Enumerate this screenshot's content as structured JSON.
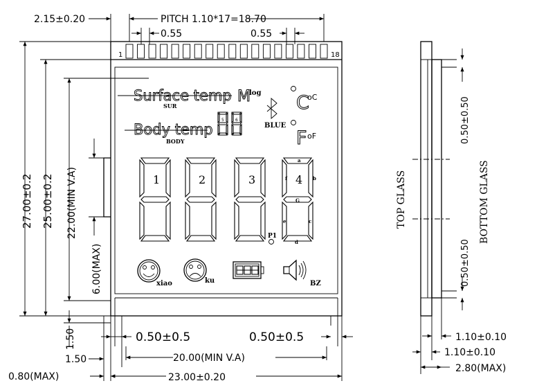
{
  "dimensions": {
    "left_offset": "2.15±0.20",
    "pitch": "PITCH  1.10*17=18.70",
    "pin_width_left": "0.55",
    "pin_width_right": "0.55",
    "pin_first": "1",
    "pin_last": "18",
    "total_height": "27.00±0.2",
    "glass_height": "25.00±0.2",
    "view_height": "22.00(MIN V.A)",
    "lead_height": "6.00(MAX)",
    "bottom_150a": "1.50",
    "bottom_150b": "1.50",
    "bottom_080": "0.80(MAX)",
    "margin_left": "0.50±0.5",
    "margin_right": "0.50±0.5",
    "view_width": "20.00(MIN V.A)",
    "total_width": "23.00±0.20",
    "side_top": "0.50±0.50",
    "side_bottom": "0.50±0.50",
    "side_thk1": "1.10±0.10",
    "side_thk2": "1.10±0.10",
    "side_max": "2.80(MAX)"
  },
  "glass": {
    "top": "TOP  GLASS",
    "bottom": "BOTTOM  GLASS"
  },
  "lcd": {
    "surface_temp": "Surface temp",
    "sur": "SUR",
    "body_temp": "Body temp",
    "body": "BODY",
    "memory": "M",
    "log": "log",
    "blue": "BLUE",
    "deg_c": "C",
    "oc": "oC",
    "deg_f": "F",
    "of": "oF",
    "digit_1": "1",
    "digit_2": "2",
    "digit_3": "3",
    "digit_4": "4",
    "seg_a": "a",
    "seg_b": "b",
    "seg_c": "c",
    "seg_d": "d",
    "seg_e": "e",
    "seg_f": "f",
    "seg_g": "G",
    "p1": "P1",
    "xiao": "xiao",
    "ku": "ku",
    "bz": "BZ",
    "small_5": "5",
    "small_6": "6"
  }
}
